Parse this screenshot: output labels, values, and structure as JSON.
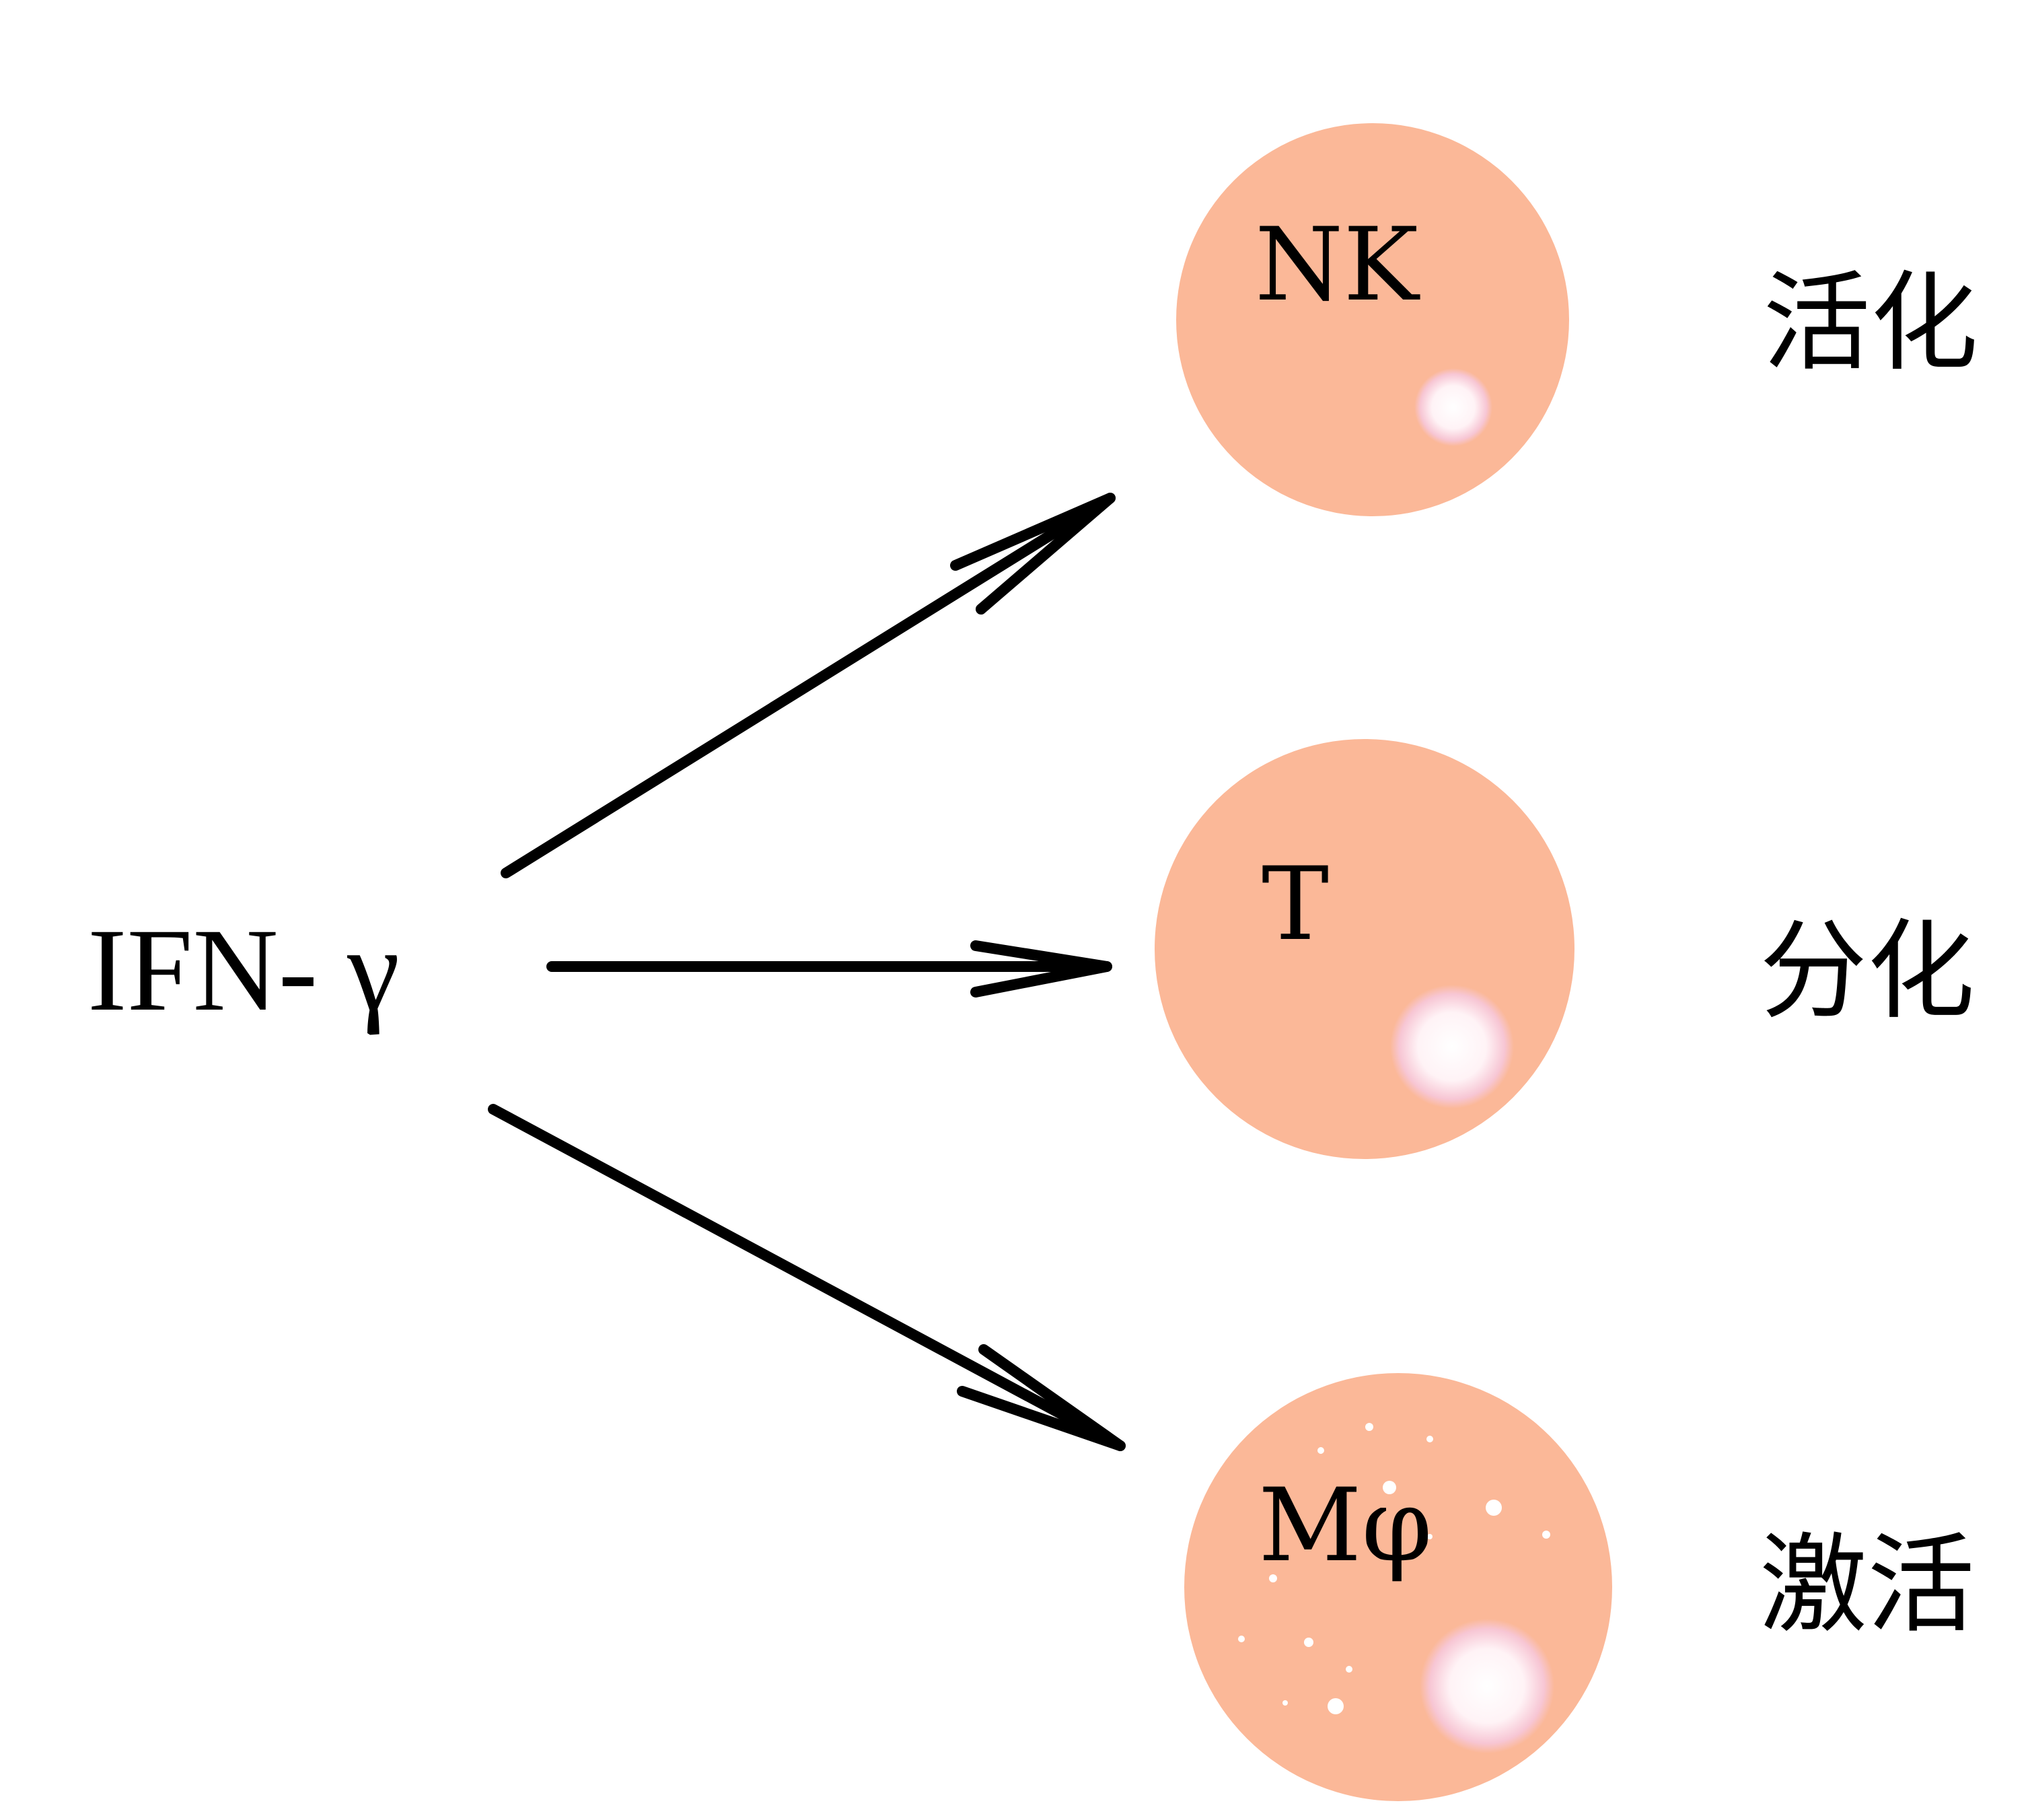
{
  "source": {
    "label": "IFN- γ"
  },
  "colors": {
    "cell_fill": "#FBB898",
    "granule": "#FFFFFF",
    "granule_edge": "#F6C9D6",
    "arrow": "#000000",
    "text": "#000000"
  },
  "cells": [
    {
      "label": "NK",
      "effect": "活化"
    },
    {
      "label": "T",
      "effect": "分化"
    },
    {
      "label": "Mφ",
      "effect": "激活"
    }
  ]
}
